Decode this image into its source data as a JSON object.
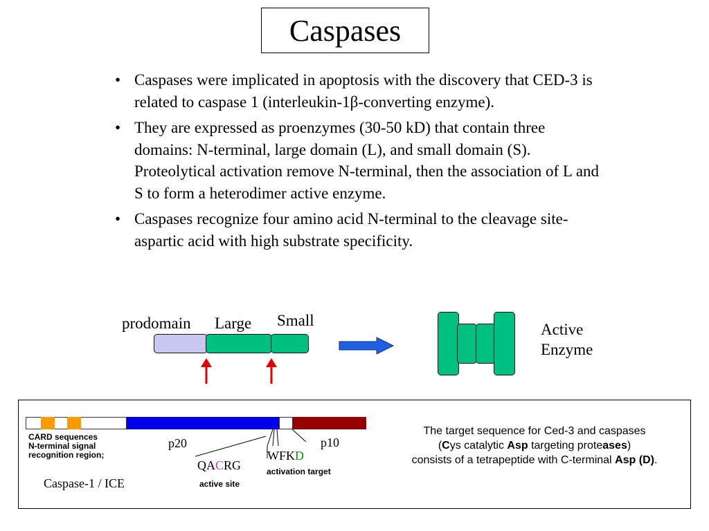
{
  "title": "Caspases",
  "bullets": [
    "Caspases were implicated in apoptosis with the discovery that CED-3 is related to caspase 1 (interleukin-1β-converting enzyme).",
    "They are expressed as proenzymes (30-50 kD) that contain three domains: N-terminal, large domain (L), and small domain (S). Proteolytical activation remove N-terminal, then the association of L and S to form a heterodimer active enzyme.",
    "Caspases recognize four amino acid  N-terminal to the cleavage site-aspartic acid with high substrate specificity."
  ],
  "proenzyme": {
    "prodomain_label": "prodomain",
    "large_label": "Large",
    "small_label": "Small",
    "active_label_line1": "Active",
    "active_label_line2": "Enzyme",
    "colors": {
      "prodomain": "#c8c8f0",
      "domain": "#00c081",
      "arrow": "#1f5fe0",
      "cleavage": "#e00000"
    }
  },
  "caspase1": {
    "card_label": "CARD sequences",
    "signal_label_line1": "N-terminal signal",
    "signal_label_line2": "recognition region;",
    "p20_label": "p20",
    "p10_label": "p10",
    "active_seq": {
      "pre": "QA",
      "hl": "C",
      "post": "RG"
    },
    "active_site_label": "active site",
    "activation_seq": {
      "pre": "WFK",
      "hl": "D"
    },
    "activation_target_label": "activation target",
    "name": "Caspase-1 / ICE",
    "colors": {
      "card": "#ff9900",
      "p20": "#0000ee",
      "p10": "#990000",
      "cys": "#cc33cc",
      "asp": "#009900"
    }
  },
  "target_text": {
    "line1": "The target sequence for Ced-3 and caspases",
    "line2": {
      "open": "(",
      "c_bold": "C",
      "ys_text": "ys catalytic ",
      "asp_bold": "Asp",
      "mid": " targeting prote",
      "ases_bold": "ases",
      "close": ")"
    },
    "line3": {
      "text": "consists of a tetrapeptide with C-terminal ",
      "bold": "Asp (D)",
      "end": "."
    }
  }
}
